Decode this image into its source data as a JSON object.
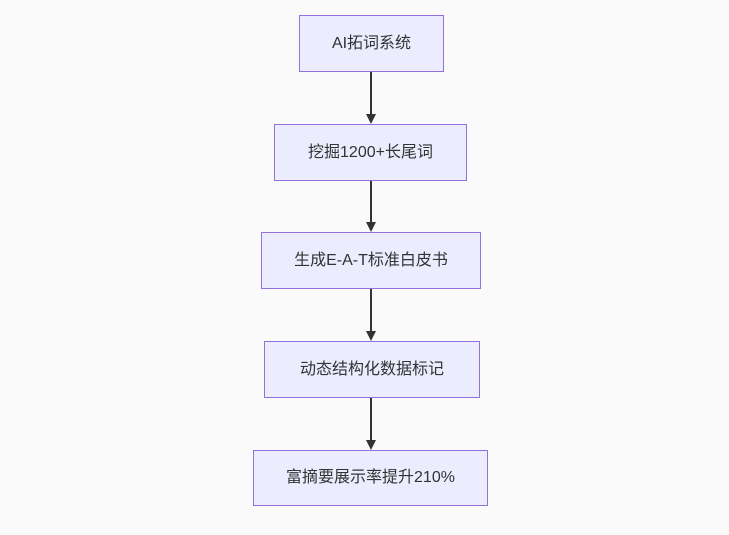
{
  "diagram": {
    "type": "flowchart",
    "direction": "top-down",
    "background_color": "#fafafa",
    "node_fill_color": "#ECECFF",
    "node_border_color": "#9370DB",
    "node_text_color": "#333333",
    "arrow_color": "#333333",
    "nodes": [
      {
        "id": "n1",
        "label": "AI拓词系统"
      },
      {
        "id": "n2",
        "label": "挖掘1200+长尾词"
      },
      {
        "id": "n3",
        "label": "生成E-A-T标准白皮书"
      },
      {
        "id": "n4",
        "label": "动态结构化数据标记"
      },
      {
        "id": "n5",
        "label": "富摘要展示率提升210%"
      }
    ],
    "edges": [
      {
        "from": "n1",
        "to": "n2"
      },
      {
        "from": "n2",
        "to": "n3"
      },
      {
        "from": "n3",
        "to": "n4"
      },
      {
        "from": "n4",
        "to": "n5"
      }
    ]
  }
}
